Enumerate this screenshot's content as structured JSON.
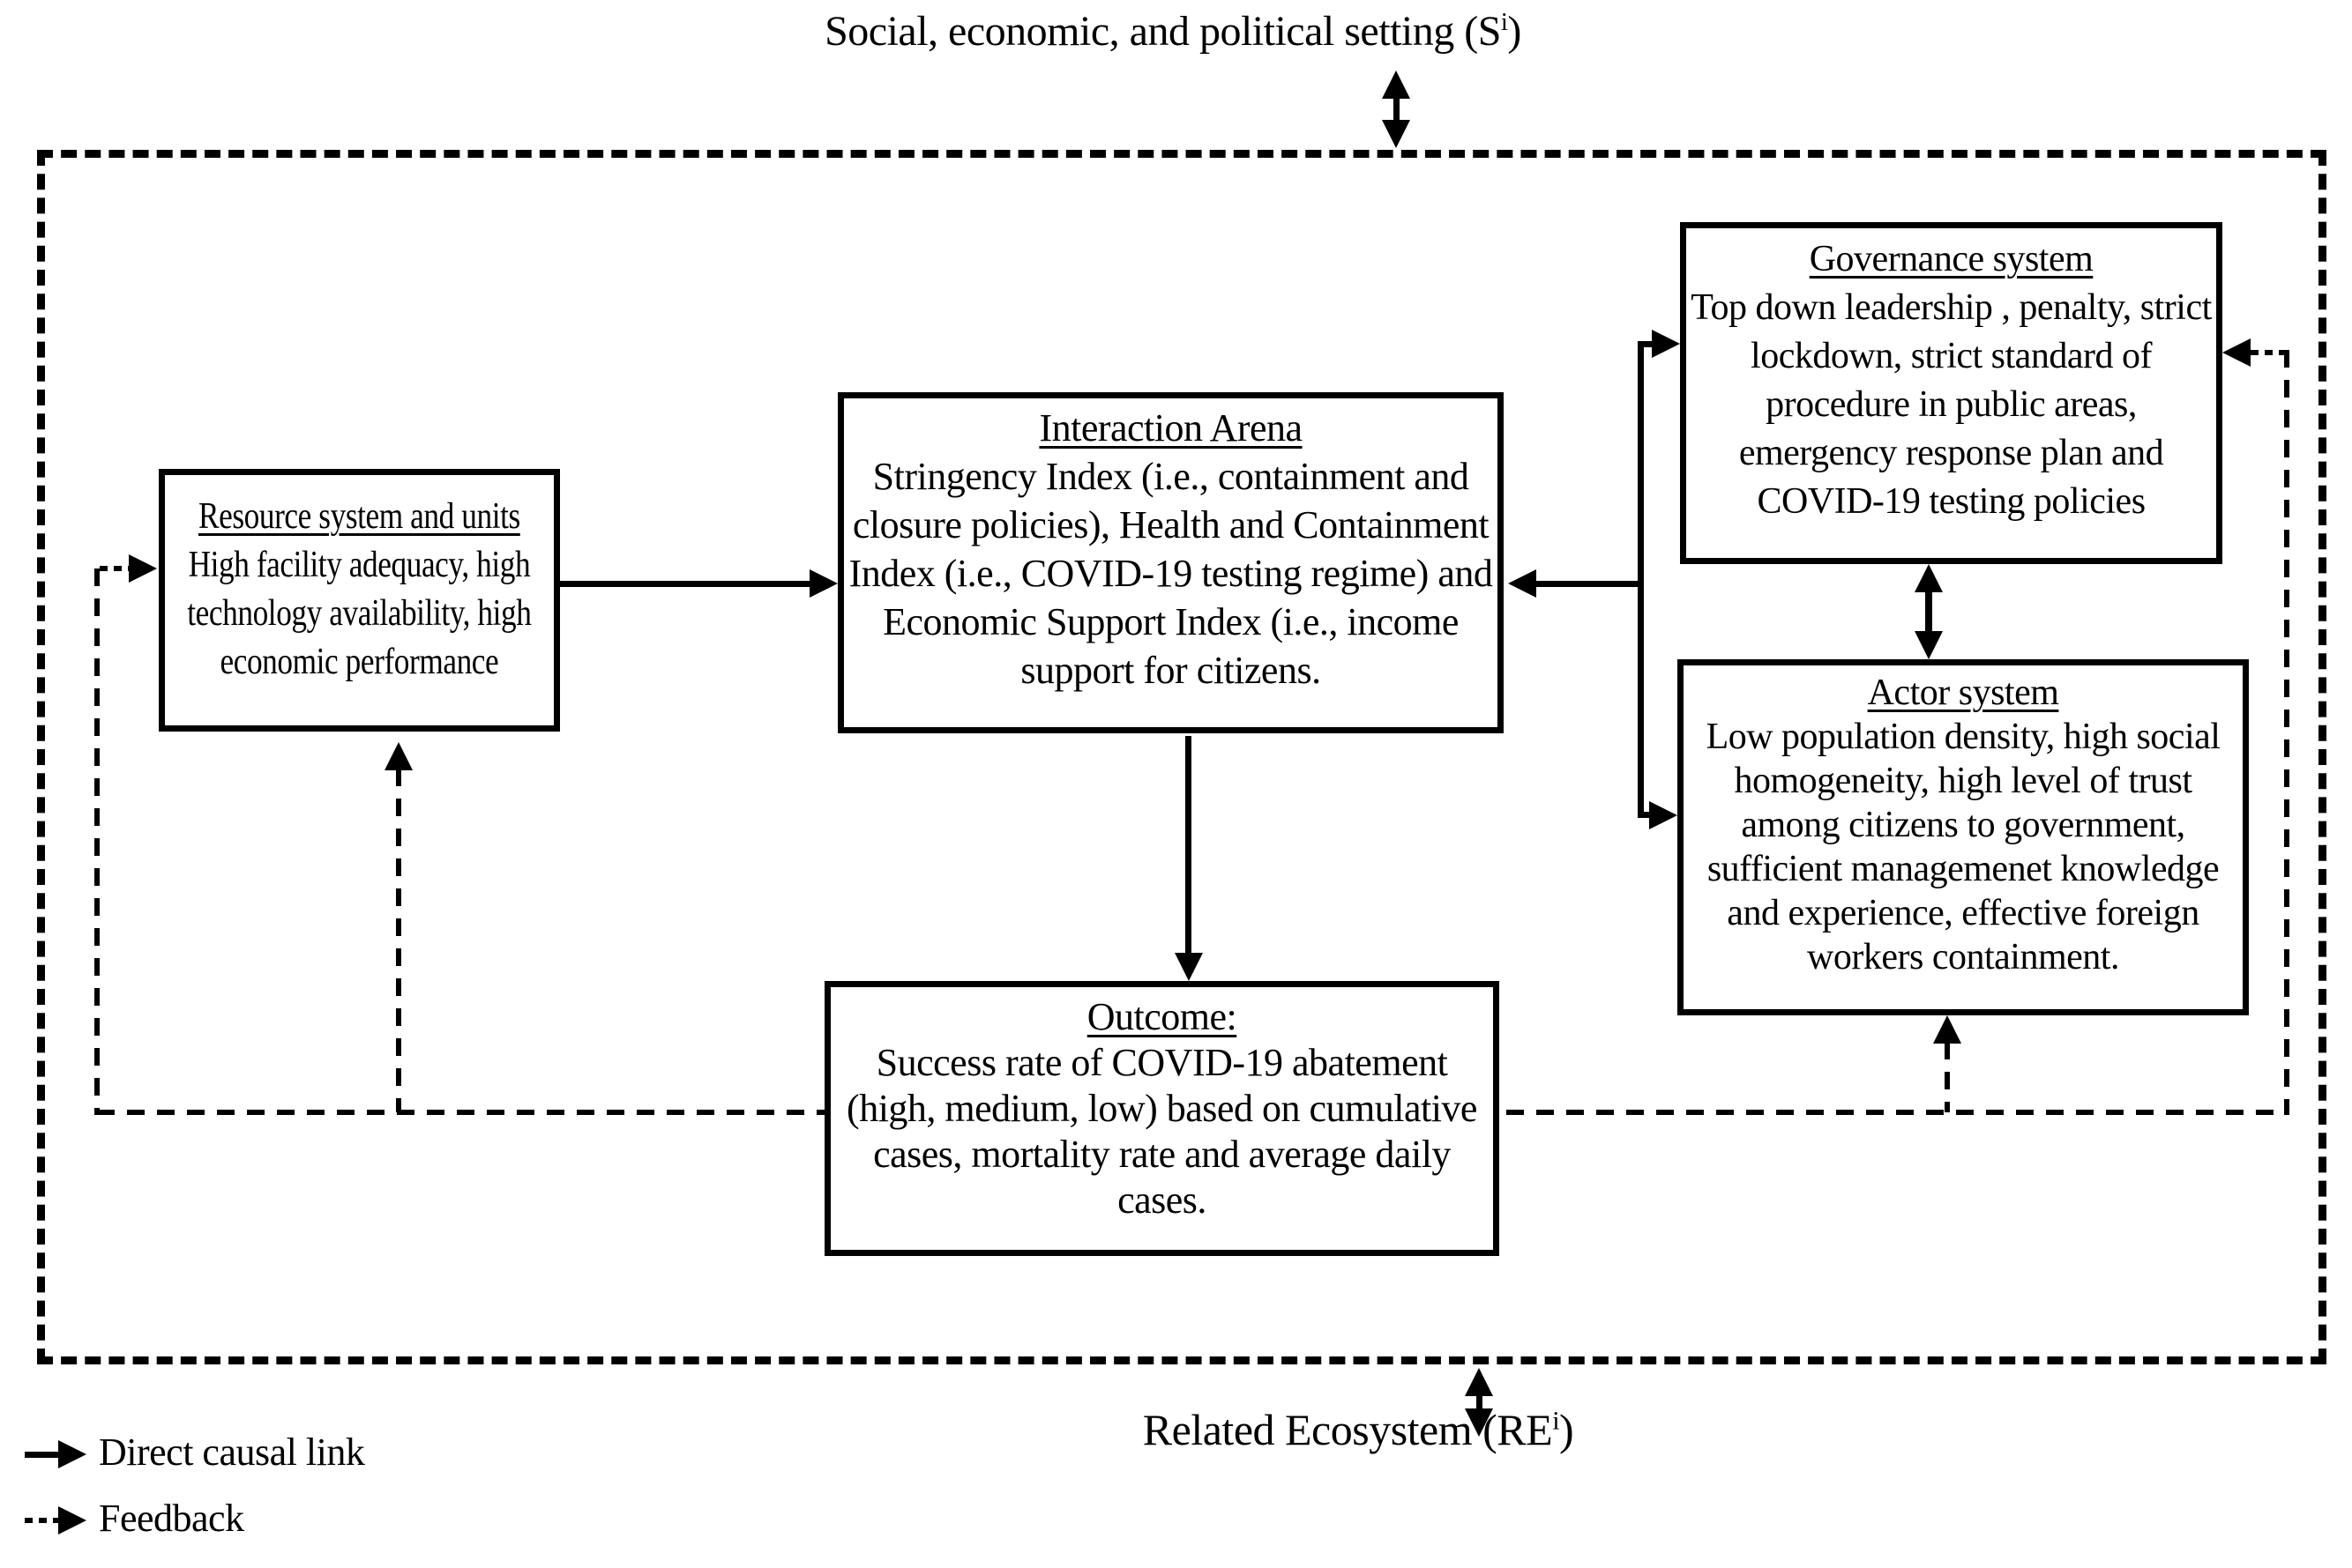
{
  "figure": {
    "top_setting": {
      "prefix": "Social, economic, and political setting (S",
      "sup": "i",
      "suffix": ")"
    },
    "bottom_ecosystem": {
      "prefix": "Related Ecosystem (RE",
      "sup": "i",
      "suffix": ")"
    },
    "boxes": {
      "resource": {
        "title": "Resource system and units",
        "body": "High facility adequacy, high technology availability, high economic performance"
      },
      "arena": {
        "title": "Interaction Arena",
        "body": "Stringency Index (i.e., containment and closure policies),  Health and Containment Index (i.e., COVID-19 testing regime) and Economic Support Index (i.e., income support for citizens."
      },
      "governance": {
        "title": "Governance system",
        "body": "Top down leadership , penalty, strict lockdown, strict standard of procedure in public areas,  emergency response plan and COVID-19 testing policies"
      },
      "actor": {
        "title": "Actor system",
        "body": "Low population density, high social homogeneity, high level of trust among citizens to government,  sufficient managemenet knowledge and experience, effective foreign workers containment."
      },
      "outcome": {
        "title": "Outcome:",
        "body": "Success rate of COVID-19 abatement (high, medium, low) based on cumulative cases, mortality rate and average daily cases."
      }
    },
    "legend": {
      "direct": "Direct causal link",
      "feedback": "Feedback"
    },
    "colors": {
      "ink": "#000000",
      "background": "#ffffff"
    }
  }
}
